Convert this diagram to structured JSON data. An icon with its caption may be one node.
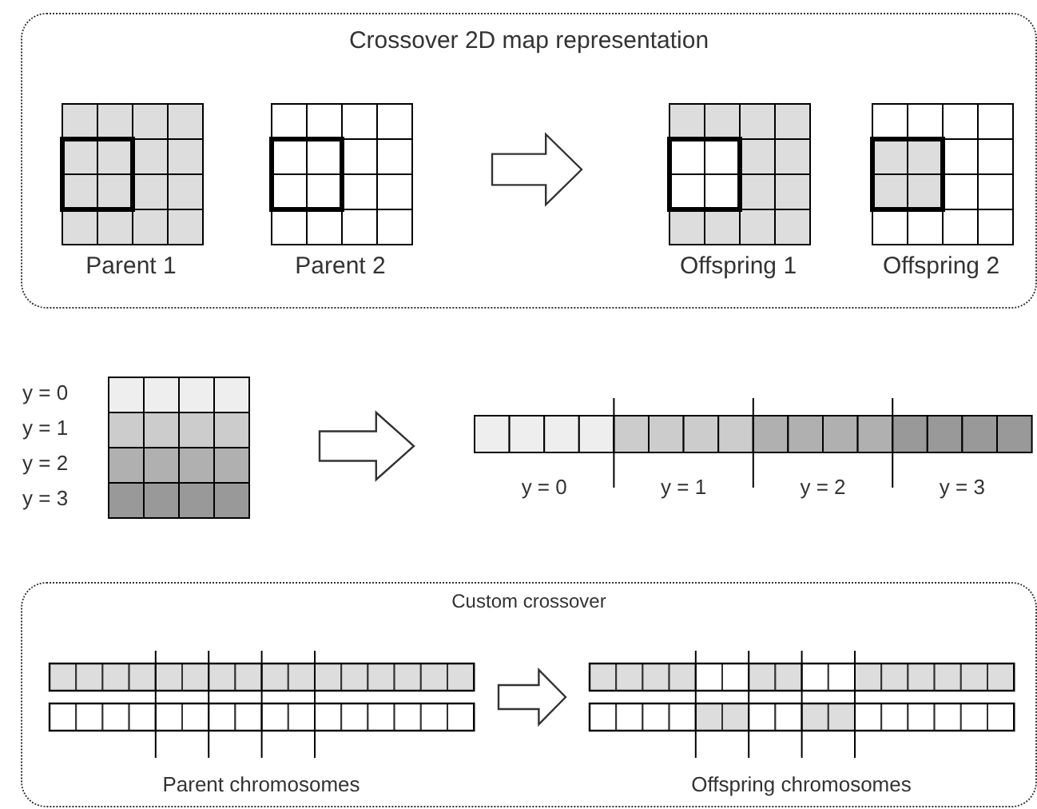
{
  "diagram": {
    "nodes": [
      {
        "text": [
          "Crossover 2D map representation"
        ]
      },
      {
        "text": [
          "Parent 1"
        ],
        "in": 0
      },
      {
        "text": [
          "Parent 2"
        ],
        "in": 0
      },
      {
        "text": [
          "Offspring 1"
        ],
        "in": 0
      },
      {
        "text": [
          "Offspring 2"
        ],
        "in": 0
      },
      {
        "text": [],
        "shape": "box",
        "beside": [
          "y = 0",
          "y = 1",
          "y = 2",
          "y = 3"
        ]
      },
      {
        "text": [],
        "shape": "bar",
        "beside": [
          "y = 0",
          "y = 1",
          "y = 2",
          "y = 3"
        ]
      },
      {
        "text": [
          "Custom crossover"
        ]
      },
      {
        "text": [
          "Parent chromosomes"
        ],
        "in": 7
      },
      {
        "text": [
          "Offspring chromosomes"
        ],
        "in": 7
      }
    ],
    "edges": [
      {
        "from": 2,
        "to": 3,
        "arrow": "to"
      },
      {
        "from": 5,
        "to": 6,
        "arrow": "to"
      },
      {
        "from": 8,
        "to": 9,
        "arrow": "to"
      }
    ]
  }
}
